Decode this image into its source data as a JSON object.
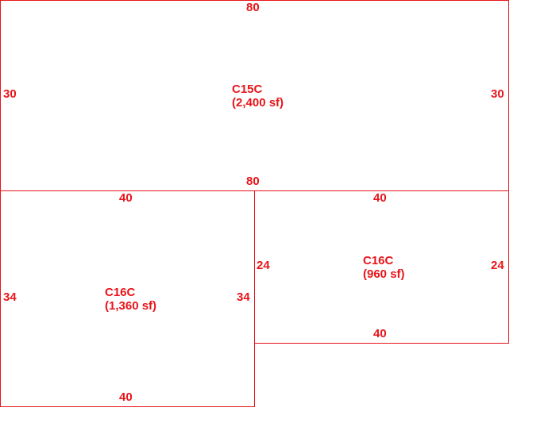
{
  "colors": {
    "line": "#e8141a",
    "text": "#e8141a",
    "background": "#ffffff"
  },
  "areas": [
    {
      "code": "C15C",
      "area": "(2,400 sf)",
      "dims": {
        "top": "80",
        "bottom": "80",
        "left": "30",
        "right": "30"
      }
    },
    {
      "code": "C16C",
      "area": "(1,360 sf)",
      "dims": {
        "top": "40",
        "bottom": "40",
        "left": "34",
        "right": "34"
      }
    },
    {
      "code": "C16C",
      "area": "(960 sf)",
      "dims": {
        "top": "40",
        "bottom": "40",
        "left": "24",
        "right": "24"
      }
    }
  ]
}
